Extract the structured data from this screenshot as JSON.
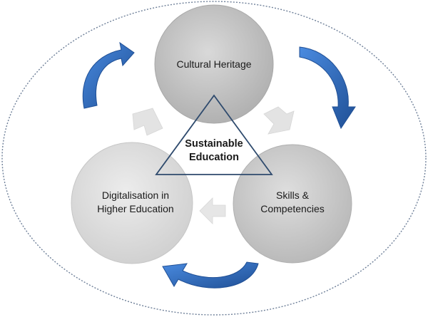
{
  "diagram": {
    "center_label": "Sustainable\nEducation",
    "nodes": [
      {
        "id": "cultural-heritage",
        "label": "Cultural Heritage"
      },
      {
        "id": "digitalisation",
        "label": "Digitalisation in\nHigher Education"
      },
      {
        "id": "skills",
        "label": "Skills &\nCompetencies"
      }
    ],
    "colors": {
      "arrow_blue": "#2f6fc0",
      "arrow_blue_dark": "#1f4f95",
      "circle_fill": "#c8c8c8",
      "outer_ellipse": "#6f8099",
      "triangle": "#2e4a6d",
      "gray_arrow": "#e3e3e3"
    }
  }
}
